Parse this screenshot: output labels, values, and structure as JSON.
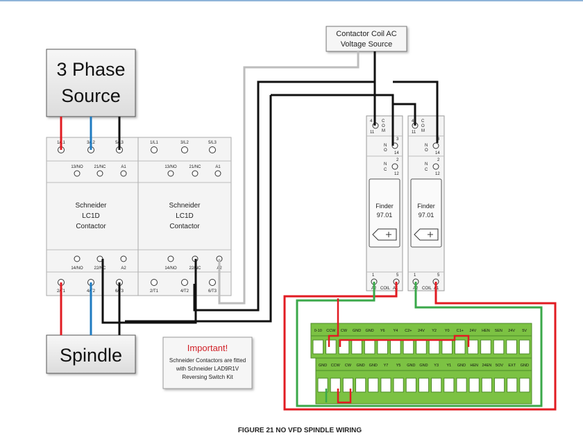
{
  "source_box": {
    "line1": "3 Phase",
    "line2": "Source"
  },
  "spindle_box": {
    "label": "Spindle"
  },
  "coil_source": {
    "line1": "Contactor Coil AC",
    "line2": "Voltage Source"
  },
  "contactor_a": {
    "top_terminals": [
      "1/L1",
      "3/L2",
      "5/L3"
    ],
    "aux_top": [
      "13/NO",
      "21/NC",
      "A1"
    ],
    "name": [
      "Schneider",
      "LC1D",
      "Contactor"
    ],
    "aux_bottom": [
      "14/NO",
      "22/NC",
      "A2"
    ],
    "bottom_terminals": [
      "2/T1",
      "4/T2",
      "6/T3"
    ]
  },
  "contactor_b": {
    "top_terminals": [
      "1/L1",
      "3/L2",
      "5/L3"
    ],
    "aux_top": [
      "13/NO",
      "21/NC",
      "A1"
    ],
    "name": [
      "Schneider",
      "LC1D",
      "Contactor"
    ],
    "aux_bottom": [
      "14/NO",
      "22/NC",
      "A2"
    ],
    "bottom_terminals": [
      "2/T1",
      "4/T2",
      "6/T3"
    ]
  },
  "relay_1": {
    "name": [
      "Finder",
      "97.01"
    ],
    "com_labels": [
      "C",
      "O",
      "M"
    ],
    "com_nums": [
      "11"
    ],
    "no_labels": [
      "N",
      "O"
    ],
    "no_num": "14",
    "nc_labels": [
      "N",
      "C"
    ],
    "nc_num": "12",
    "top_nums": [
      "4",
      "1",
      "3",
      "2"
    ],
    "coil_labels": [
      "A2",
      "COIL",
      "A1"
    ],
    "coil_nums": [
      "1",
      "5"
    ]
  },
  "relay_2": {
    "name": [
      "Finder",
      "97.01"
    ],
    "com_labels": [
      "C",
      "O",
      "M"
    ],
    "com_nums": [
      "11"
    ],
    "no_labels": [
      "N",
      "O"
    ],
    "no_num": "14",
    "nc_labels": [
      "N",
      "C"
    ],
    "nc_num": "12",
    "top_nums": [
      "4",
      "1",
      "3",
      "2"
    ],
    "coil_labels": [
      "A2",
      "COIL",
      "A1"
    ],
    "coil_nums": [
      "1",
      "5"
    ]
  },
  "terminal_strip": {
    "top_row": [
      "0-10",
      "CCW",
      "CW",
      "GND",
      "GND",
      "Y6",
      "Y4",
      "C2+",
      "24V",
      "Y2",
      "Y0",
      "C1+",
      "24V",
      "HEN",
      "5EN",
      "24V",
      "5V"
    ],
    "bottom_row": [
      "GND",
      "CCW",
      "CW",
      "GND",
      "GND",
      "Y7",
      "Y5",
      "GND",
      "GND",
      "Y3",
      "Y1",
      "GND",
      "HEN",
      "24EN",
      "5OV",
      "EXT",
      "GND"
    ]
  },
  "important_note": {
    "title": "Important!",
    "body": [
      "Schneider Contactors are fitted",
      "with Schneider LAD9R1V",
      "Reversing Switch Kit"
    ]
  },
  "caption": "FIGURE 21 NO VFD SPINDLE WIRING",
  "colors": {
    "wire_red": "#e11b22",
    "wire_blue": "#1f7bc1",
    "wire_black": "#111111",
    "wire_grey": "#bdbdbd",
    "wire_green": "#3aa84a",
    "strip_green": "#7cc243",
    "top_rule": "#8fb4d9"
  }
}
